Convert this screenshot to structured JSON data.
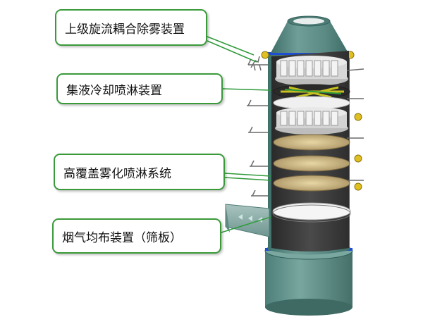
{
  "callouts": [
    {
      "id": "upper-swirl-demister",
      "label": "上级旋流耦合除雾装置"
    },
    {
      "id": "collection-cooling-spray",
      "label": "集液冷却喷淋装置"
    },
    {
      "id": "high-coverage-atomizing-spray",
      "label": "高覆盖雾化喷淋系统"
    },
    {
      "id": "flue-gas-distribution",
      "label": "烟气均布装置（筛板）"
    }
  ],
  "colors": {
    "tower_shell": "#5f8f88",
    "tower_shell_dark": "#3e6e68",
    "tray_white": "#f2f2f2",
    "callout_border": "#3a9a3a",
    "leader_line": "#2f9a3a",
    "accent_blue": "#1f4fd0",
    "flange_yellow": "#e0c020"
  }
}
